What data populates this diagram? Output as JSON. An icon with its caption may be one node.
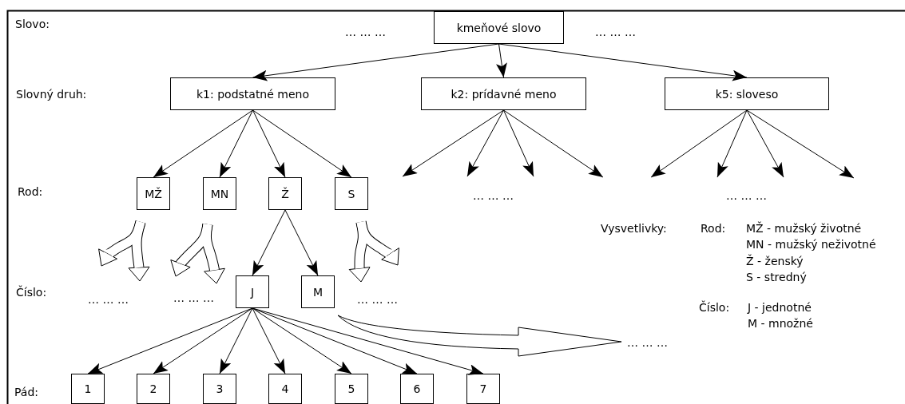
{
  "diagram": {
    "nodes": [
      {
        "text": [
          "kmeňové slovo"
        ]
      },
      {
        "text": [
          "k1: podstatné meno"
        ]
      },
      {
        "text": [
          "k2: prídavné meno"
        ]
      },
      {
        "text": [
          "k5: sloveso"
        ]
      },
      {
        "text": [
          "MŽ"
        ]
      },
      {
        "text": [
          "MN"
        ]
      },
      {
        "text": [
          "Ž"
        ]
      },
      {
        "text": [
          "S"
        ]
      },
      {
        "text": [
          "J"
        ]
      },
      {
        "text": [
          "M"
        ]
      },
      {
        "text": [
          "1"
        ]
      },
      {
        "text": [
          "2"
        ]
      },
      {
        "text": [
          "3"
        ]
      },
      {
        "text": [
          "4"
        ]
      },
      {
        "text": [
          "5"
        ]
      },
      {
        "text": [
          "6"
        ]
      },
      {
        "text": [
          "7"
        ]
      },
      {
        "text": [
          "… … …"
        ]
      }
    ],
    "edges": [
      {
        "from": 0,
        "to": 1,
        "arrow": "to"
      },
      {
        "from": 0,
        "to": 2,
        "arrow": "to"
      },
      {
        "from": 0,
        "to": 3,
        "arrow": "to"
      },
      {
        "from": 1,
        "to": 4,
        "arrow": "to"
      },
      {
        "from": 1,
        "to": 5,
        "arrow": "to"
      },
      {
        "from": 1,
        "to": 6,
        "arrow": "to"
      },
      {
        "from": 1,
        "to": 7,
        "arrow": "to"
      },
      {
        "from": 2,
        "to": null,
        "arrow": "to"
      },
      {
        "from": 2,
        "to": null,
        "arrow": "to"
      },
      {
        "from": 2,
        "to": null,
        "arrow": "to"
      },
      {
        "from": 2,
        "to": null,
        "arrow": "to"
      },
      {
        "from": 3,
        "to": null,
        "arrow": "to"
      },
      {
        "from": 3,
        "to": null,
        "arrow": "to"
      },
      {
        "from": 3,
        "to": null,
        "arrow": "to"
      },
      {
        "from": 3,
        "to": null,
        "arrow": "to"
      },
      {
        "from": 6,
        "to": 8,
        "arrow": "to"
      },
      {
        "from": 6,
        "to": 9,
        "arrow": "to"
      },
      {
        "from": 8,
        "to": 10,
        "arrow": "to"
      },
      {
        "from": 8,
        "to": 11,
        "arrow": "to"
      },
      {
        "from": 8,
        "to": 12,
        "arrow": "to"
      },
      {
        "from": 8,
        "to": 13,
        "arrow": "to"
      },
      {
        "from": 8,
        "to": 14,
        "arrow": "to"
      },
      {
        "from": 8,
        "to": 15,
        "arrow": "to"
      },
      {
        "from": 8,
        "to": 16,
        "arrow": "to"
      },
      {
        "from": 4,
        "to": null,
        "arrow": "to",
        "style": "thick"
      },
      {
        "from": 5,
        "to": null,
        "arrow": "to",
        "style": "thick"
      },
      {
        "from": 7,
        "to": null,
        "arrow": "to",
        "style": "thick"
      },
      {
        "from": 9,
        "to": 17,
        "arrow": "to",
        "style": "thick"
      }
    ],
    "labels": [
      "Slovo:",
      "… … …",
      "… … …",
      "Slovný druh:",
      "Rod:",
      "… … …",
      "… … …",
      "Vysvetlivky:",
      "Rod:",
      "MŽ - mužský životné",
      "MN - mužský neživotné",
      "Ž - ženský",
      "S - stredný",
      "Číslo:",
      "… … …",
      "… … …",
      "… … …",
      "Číslo:",
      "J - jednotné",
      "M - množné",
      "Pád:"
    ]
  }
}
